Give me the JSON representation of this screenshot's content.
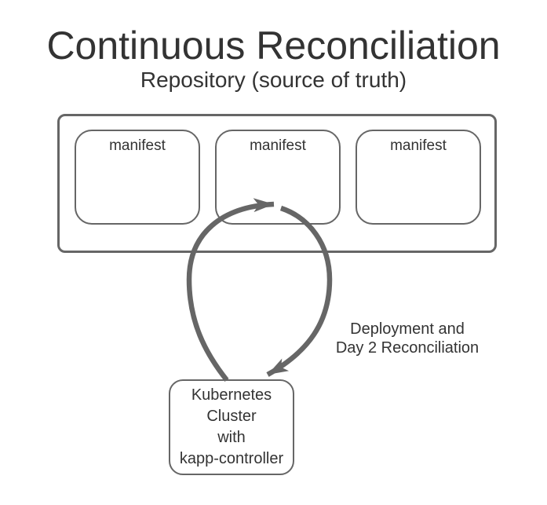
{
  "colors": {
    "background": "#ffffff",
    "stroke": "#666666",
    "text": "#333333"
  },
  "title": "Continuous Reconciliation",
  "subtitle": "Repository (source of truth)",
  "repository": {
    "manifests": [
      {
        "label": "manifest"
      },
      {
        "label": "manifest"
      },
      {
        "label": "manifest"
      }
    ]
  },
  "cluster": {
    "lines": [
      "Kubernetes",
      "Cluster",
      "with",
      "kapp-controller"
    ]
  },
  "arrow_label": {
    "lines": [
      "Deployment and",
      "Day 2 Reconciliation"
    ]
  }
}
